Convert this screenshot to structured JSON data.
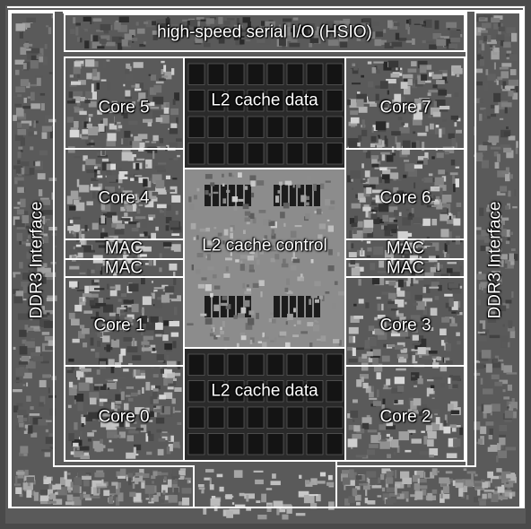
{
  "labels": {
    "hsio": "high-speed serial I/O (HSIO)",
    "l2_data_top": "L2 cache data",
    "l2_data_bottom": "L2 cache data",
    "l2_control": "L2 cache control",
    "core5": "Core 5",
    "core4": "Core 4",
    "core1": "Core  1",
    "core0": "Core 0",
    "core7": "Core 7",
    "core6": "Core 6",
    "core3": "Core 3",
    "core2": "Core 2",
    "mac_left_1": "MAC",
    "mac_left_2": "MAC",
    "mac_right_1": "MAC",
    "mac_right_2": "MAC",
    "ddr3_left": "DDR3  Interface",
    "ddr3_right": "DDR3 Interface"
  },
  "colors": {
    "die": "#3c3c3c",
    "outline": "#ffffff",
    "cache": "#1e1e1e",
    "control": "#8a8a8a"
  }
}
